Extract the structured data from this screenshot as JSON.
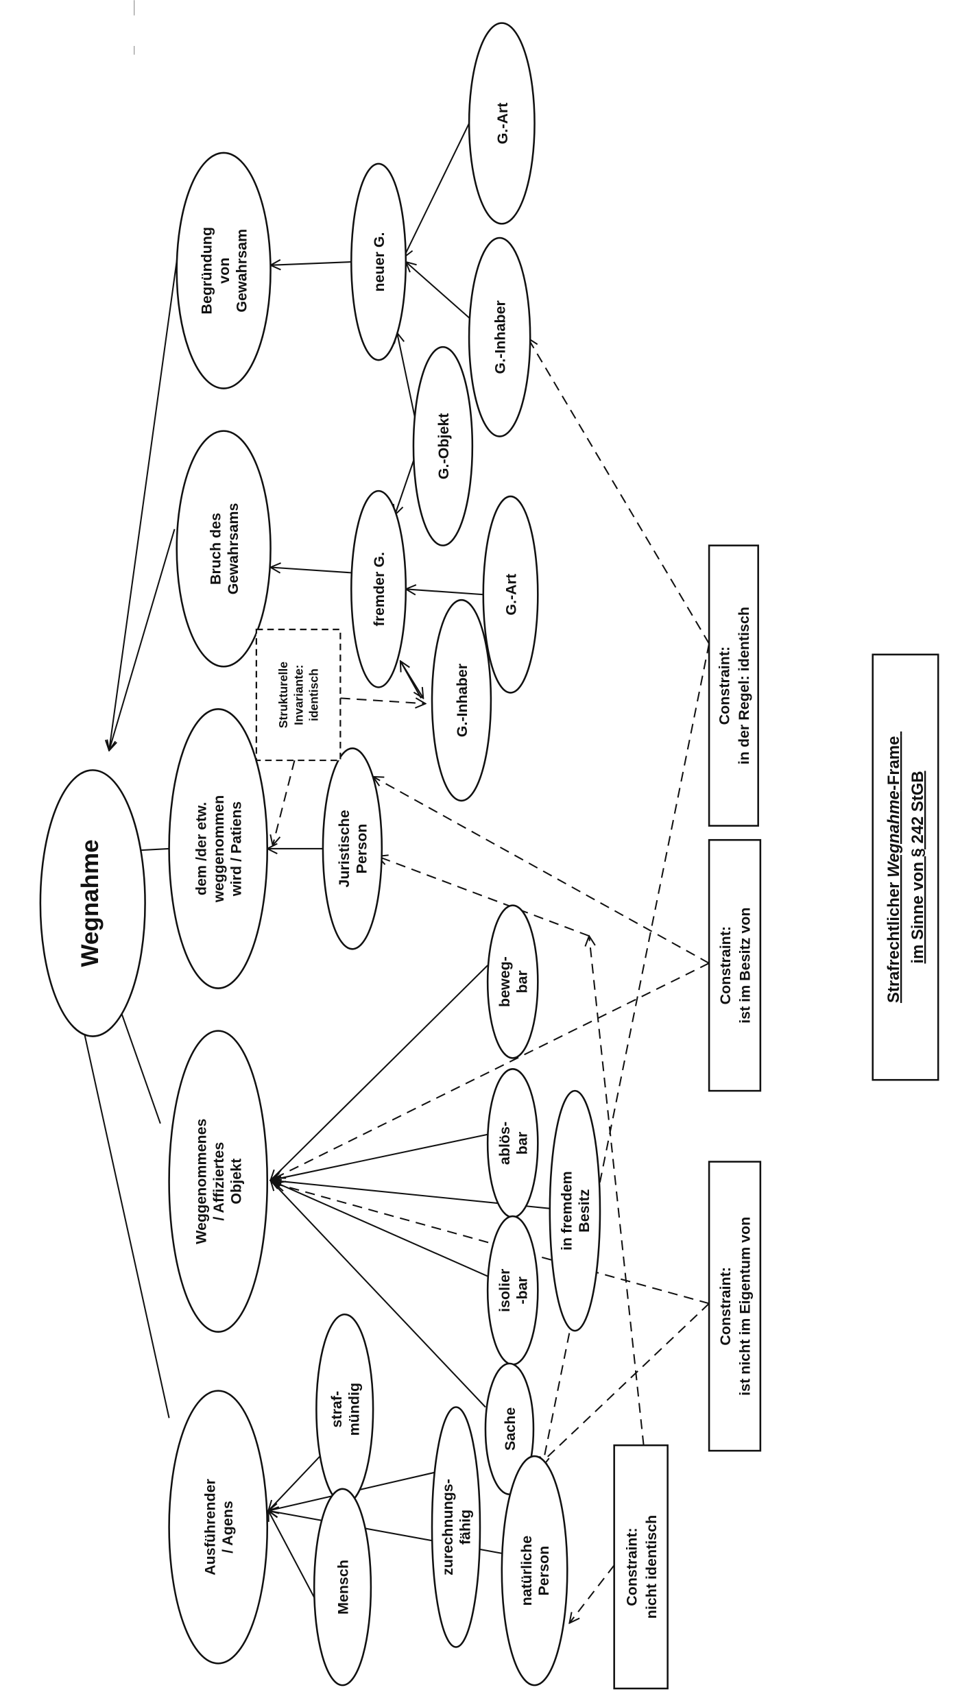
{
  "nodes": {
    "wegnahme": [
      "Wegnahme"
    ],
    "begruendung": [
      "Begründung",
      "von",
      "Gewahrsam"
    ],
    "bruch": [
      "Bruch des",
      "Gewahrsams"
    ],
    "patiens": [
      "dem /der etw.",
      "weggenommen",
      "wird / Patiens"
    ],
    "objekt": [
      "Weggenommenes",
      "/ Affiziertes",
      "Objekt"
    ],
    "agens": [
      "Ausführender",
      "/ Agens"
    ],
    "neuer_g": [
      "neuer G."
    ],
    "g_art_1": [
      "G.-Art"
    ],
    "g_inhaber_1": [
      "G.-Inhaber"
    ],
    "g_objekt": [
      "G.-Objekt"
    ],
    "fremder_g": [
      "fremder G."
    ],
    "g_art_2": [
      "G.-Art"
    ],
    "g_inhaber_2": [
      "G.-Inhaber"
    ],
    "juristische_person": [
      "Juristische",
      "Person"
    ],
    "bewegbar": [
      "beweg-",
      "bar"
    ],
    "abloesbar": [
      "ablös-",
      "bar"
    ],
    "fremdem_besitz": [
      "in fremdem",
      "Besitz"
    ],
    "isolierbar": [
      "isolier",
      "-bar"
    ],
    "sache": [
      "Sache"
    ],
    "strafmuendig": [
      "straf-",
      "mündig"
    ],
    "zurechnungsfaehig": [
      "zurechnungs-",
      "fähig"
    ],
    "mensch": [
      "Mensch"
    ],
    "natuerliche_person": [
      "natürliche",
      "Person"
    ]
  },
  "boxes": {
    "strukturelle_invariante": [
      "Strukturelle",
      "Invariante:",
      "identisch"
    ],
    "constraint_regel_identisch": [
      "Constraint:",
      "in der Regel: identisch"
    ],
    "constraint_besitz": [
      "Constraint:",
      "ist im Besitz von"
    ],
    "constraint_eigentum": [
      "Constraint:",
      "ist nicht im Eigentum von"
    ],
    "constraint_nicht_identisch": [
      "Constraint:",
      "nicht identisch"
    ]
  },
  "title": {
    "line1_pre": "Strafrechtlicher ",
    "line1_italic": "Wegnahme",
    "line1_post": "-Frame",
    "line2": "im Sinne von § 242 StGB"
  }
}
